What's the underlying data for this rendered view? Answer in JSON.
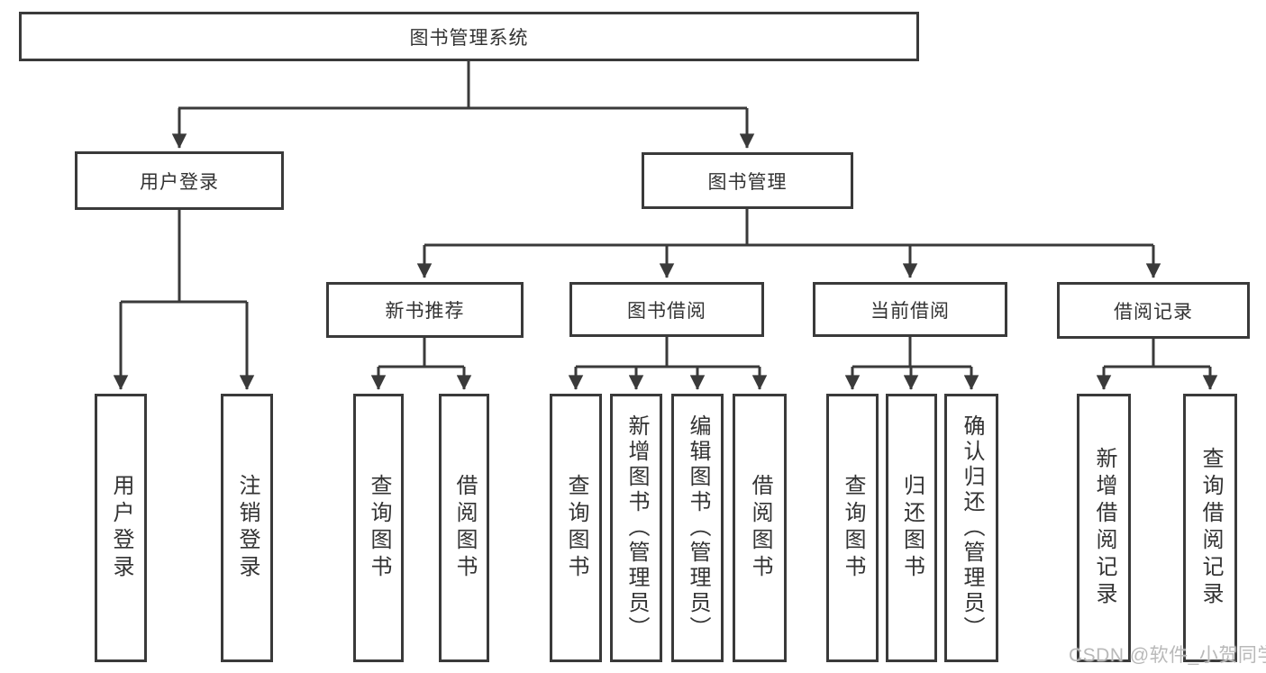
{
  "diagram": {
    "root": {
      "label": "图书管理系统"
    },
    "level2": [
      {
        "label": "用户登录",
        "leaves": [
          {
            "label": "用户登录"
          },
          {
            "label": "注销登录"
          }
        ]
      },
      {
        "label": "图书管理",
        "groups": [
          {
            "label": "新书推荐",
            "leaves": [
              {
                "label": "查询图书"
              },
              {
                "label": "借阅图书"
              }
            ]
          },
          {
            "label": "图书借阅",
            "leaves": [
              {
                "label": "查询图书"
              },
              {
                "label": "新增图书（管理员）"
              },
              {
                "label": "编辑图书（管理员）"
              },
              {
                "label": "借阅图书"
              }
            ]
          },
          {
            "label": "当前借阅",
            "leaves": [
              {
                "label": "查询图书"
              },
              {
                "label": "归还图书"
              },
              {
                "label": "确认归还（管理员）"
              }
            ]
          },
          {
            "label": "借阅记录",
            "leaves": [
              {
                "label": "新增借阅记录"
              },
              {
                "label": "查询借阅记录"
              }
            ]
          }
        ]
      }
    ]
  },
  "watermark": {
    "text": "CSDN @软件_小贺同学"
  },
  "colors": {
    "line": "#3a3a3a",
    "text": "#333333",
    "watermark": "#b9b9b9",
    "background": "#ffffff"
  }
}
